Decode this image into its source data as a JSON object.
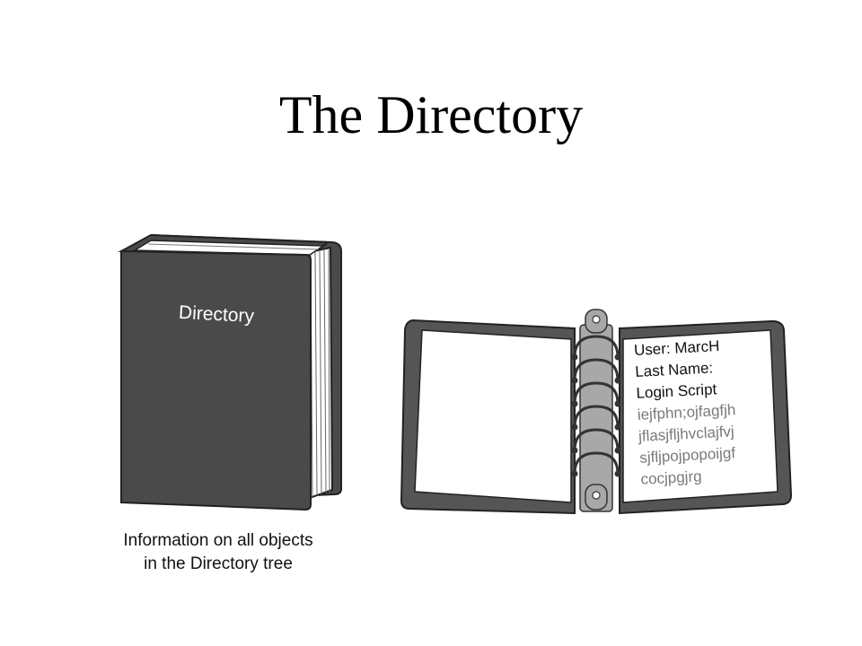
{
  "title": "The Directory",
  "book": {
    "cover_label": "Directory",
    "caption_line1": "Information on all objects",
    "caption_line2": "in the Directory tree"
  },
  "binder": {
    "lines": [
      "User: MarcH",
      "Last Name:",
      "Login Script",
      "iejfphn;ojfagfjh",
      "jflasjfljhvclajfvj",
      "sjfljpojpopoijgf",
      "cocjpgjrg"
    ]
  },
  "colors": {
    "book_cover": "#4a4a4a",
    "binder_frame": "#555555",
    "ring_metal": "#a8a8a8",
    "text_dark": "#111111",
    "text_light": "#7a7a7a"
  }
}
